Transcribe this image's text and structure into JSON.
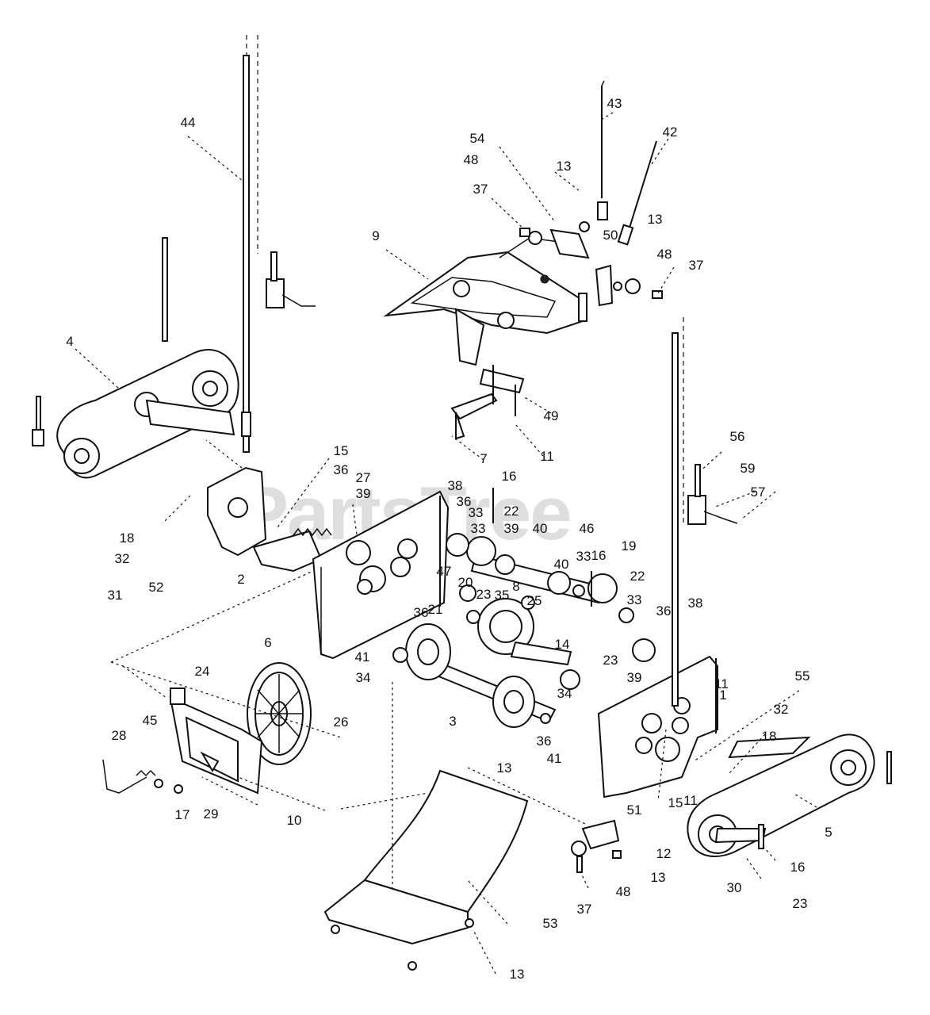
{
  "watermark": "PartsTree",
  "callouts": [
    "44",
    "43",
    "42",
    "54",
    "48",
    "13",
    "37",
    "9",
    "50",
    "13",
    "48",
    "37",
    "4",
    "49",
    "11",
    "7",
    "56",
    "59",
    "57",
    "15",
    "36",
    "27",
    "16",
    "18",
    "32",
    "39",
    "38",
    "36",
    "33",
    "22",
    "33",
    "39",
    "40",
    "46",
    "19",
    "52",
    "2",
    "47",
    "20",
    "23",
    "35",
    "8",
    "40",
    "33",
    "16",
    "22",
    "31",
    "41",
    "34",
    "21",
    "36",
    "25",
    "14",
    "33",
    "36",
    "38",
    "6",
    "24",
    "39",
    "23",
    "26",
    "45",
    "34",
    "3",
    "11",
    "55",
    "32",
    "1",
    "18",
    "28",
    "17",
    "29",
    "10",
    "36",
    "41",
    "13",
    "15",
    "51",
    "12",
    "11",
    "5",
    "48",
    "37",
    "53",
    "30",
    "23",
    "16",
    "13",
    "13"
  ]
}
